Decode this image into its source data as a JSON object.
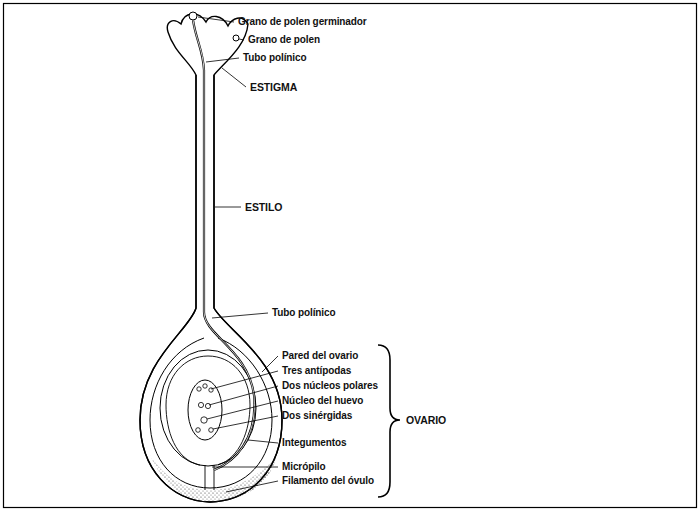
{
  "diagram": {
    "labels": [
      "Grano de polen germinador",
      "Grano de polen",
      "Tubo polínico",
      "ESTIGMA",
      "ESTILO",
      "Tubo polínico",
      "Pared del ovario",
      "Tres antípodas",
      "Dos núcleos polares",
      "Núcleo del huevo",
      "Dos sinérgidas",
      "Integumentos",
      "OVARIO",
      "Micrópilo",
      "Filamento del óvulo"
    ]
  }
}
